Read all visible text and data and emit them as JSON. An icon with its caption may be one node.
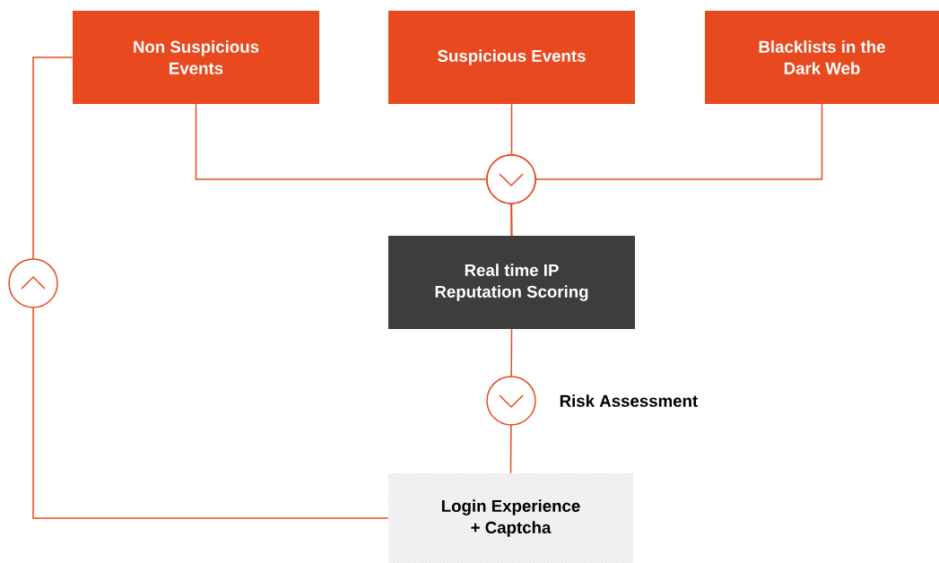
{
  "diagram": {
    "nodes": [
      {
        "text": [
          "Non Suspicious Events"
        ]
      },
      {
        "text": [
          "Suspicious Events"
        ]
      },
      {
        "text": [
          "Blacklists in the Dark Web"
        ]
      },
      {
        "text": [
          "Real time IP Reputation Scoring"
        ]
      },
      {
        "text": [
          "Login Experience + Captcha"
        ]
      }
    ],
    "edges": [
      {
        "from": 0,
        "to": 3,
        "arrow": "to"
      },
      {
        "from": 1,
        "to": 3,
        "arrow": "to"
      },
      {
        "from": 2,
        "to": 3,
        "arrow": "to"
      },
      {
        "from": 3,
        "to": 4,
        "arrow": "to",
        "label": "Risk Assessment"
      },
      {
        "from": 4,
        "to": 0,
        "arrow": "to"
      }
    ]
  }
}
